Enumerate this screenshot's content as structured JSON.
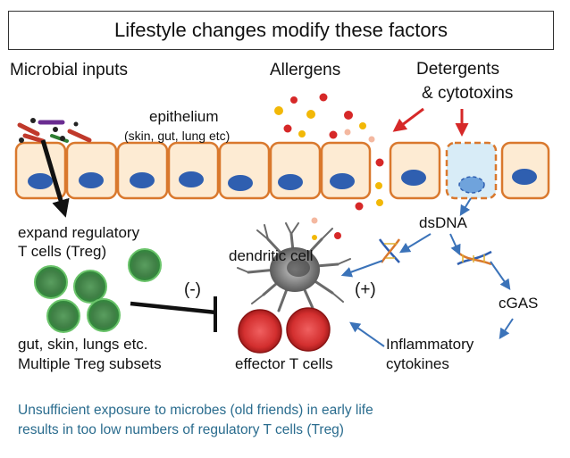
{
  "title": "Lifestyle changes modify these factors",
  "labels": {
    "microbial_inputs": "Microbial inputs",
    "allergens": "Allergens",
    "detergents_line1": "Detergents",
    "detergents_line2": "& cytotoxins",
    "epithelium": "epithelium",
    "epithelium_sites": "(skin, gut, lung etc)",
    "expand_line1": "expand regulatory",
    "expand_line2": "T cells (Treg)",
    "treg_sites_line1": "gut, skin, lungs etc.",
    "treg_sites_line2": "Multiple Treg subsets",
    "minus": "(-)",
    "plus": "(+)",
    "dendritic_cell": "dendritic cell",
    "effector_t_cells": "effector T cells",
    "dsdna": "dsDNA",
    "cgas": "cGAS",
    "inflammatory_line1": "Inflammatory",
    "inflammatory_line2": "cytokines"
  },
  "caption_line1": "Unsufficient exposure to microbes (old friends) in early life",
  "caption_line2": "results in too low numbers of regulatory T cells (Treg)",
  "colors": {
    "cell_fill": "#fdebd3",
    "cell_border": "#d9782d",
    "nucleus": "#2f5fb0",
    "damaged_cell_fill": "#d8ecf7",
    "allergen_red": "#d62828",
    "allergen_yellow": "#f2b807",
    "arrow_red": "#d62828",
    "arrow_blue": "#3b73b9",
    "treg_green": "#2f8a3a",
    "effector_red": "#d32f2f",
    "caption": "#2a6c8e"
  }
}
